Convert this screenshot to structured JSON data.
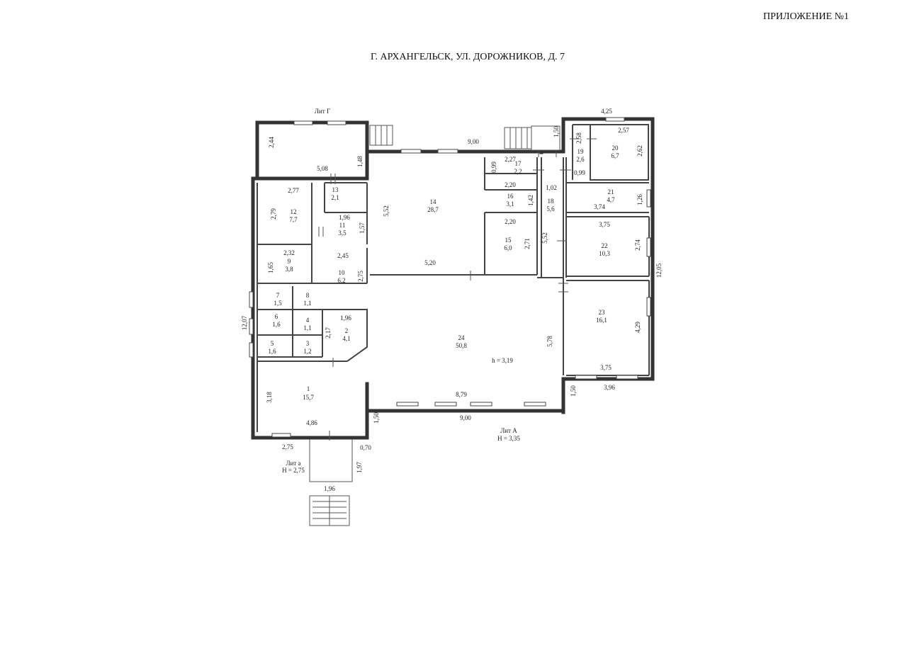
{
  "header": {
    "annex": "ПРИЛОЖЕНИЕ №1",
    "address": "Г. АРХАНГЕЛЬСК, УЛ. ДОРОЖНИКОВ, Д. 7"
  },
  "blocks": [
    {
      "label": "Лит Г"
    },
    {
      "label": "Лит А",
      "height": "H = 3,35"
    },
    {
      "label": "Лит а",
      "height": "H = 2,75"
    }
  ],
  "room_height": "h = 3,19",
  "rooms": [
    {
      "num": "1",
      "area": "15,7"
    },
    {
      "num": "2",
      "area": "4,1"
    },
    {
      "num": "3",
      "area": "1,2"
    },
    {
      "num": "4",
      "area": "1,1"
    },
    {
      "num": "5",
      "area": "1,6"
    },
    {
      "num": "6",
      "area": "1,6"
    },
    {
      "num": "7",
      "area": "1,5"
    },
    {
      "num": "8",
      "area": "1,1"
    },
    {
      "num": "9",
      "area": "3,8"
    },
    {
      "num": "10",
      "area": "6,2"
    },
    {
      "num": "11",
      "area": "3,5"
    },
    {
      "num": "12",
      "area": "7,7"
    },
    {
      "num": "13",
      "area": "2,1"
    },
    {
      "num": "14",
      "area": "28,7"
    },
    {
      "num": "15",
      "area": "6,0"
    },
    {
      "num": "16",
      "area": "3,1"
    },
    {
      "num": "17",
      "area": "2,2"
    },
    {
      "num": "18",
      "area": "5,6"
    },
    {
      "num": "19",
      "area": "2,6"
    },
    {
      "num": "20",
      "area": "6,7"
    },
    {
      "num": "21",
      "area": "4,7"
    },
    {
      "num": "22",
      "area": "10,3"
    },
    {
      "num": "23",
      "area": "16,1"
    },
    {
      "num": "24",
      "area": "50,8"
    }
  ],
  "dimensions": [
    "2,44",
    "5,08",
    "1,48",
    "9,00",
    "4,25",
    "1,50",
    "2,58",
    "2,57",
    "2,62",
    "2,27",
    "0,99",
    "0,99",
    "2,20",
    "1,42",
    "1,02",
    "5,52",
    "2,77",
    "2,79",
    "1,96",
    "1,57",
    "2,45",
    "2,32",
    "1,65",
    "2,75",
    "5,20",
    "2,71",
    "5,52",
    "3,74",
    "1,26",
    "3,75",
    "2,74",
    "12,05",
    "1,96",
    "2,17",
    "12,07",
    "5,78",
    "4,29",
    "3,75",
    "3,96",
    "1,50",
    "3,18",
    "4,86",
    "8,79",
    "1,50",
    "9,00",
    "2,75",
    "0,70",
    "1,97",
    "1,96",
    "2,20"
  ]
}
